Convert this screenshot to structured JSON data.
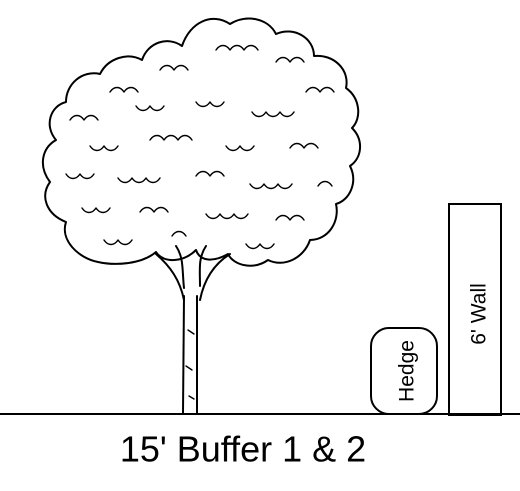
{
  "diagram": {
    "caption": "15' Buffer 1 & 2",
    "hedge_label": "Hedge",
    "wall_label": "6' Wall"
  },
  "colors": {
    "ink": "#000000",
    "background": "#ffffff"
  }
}
